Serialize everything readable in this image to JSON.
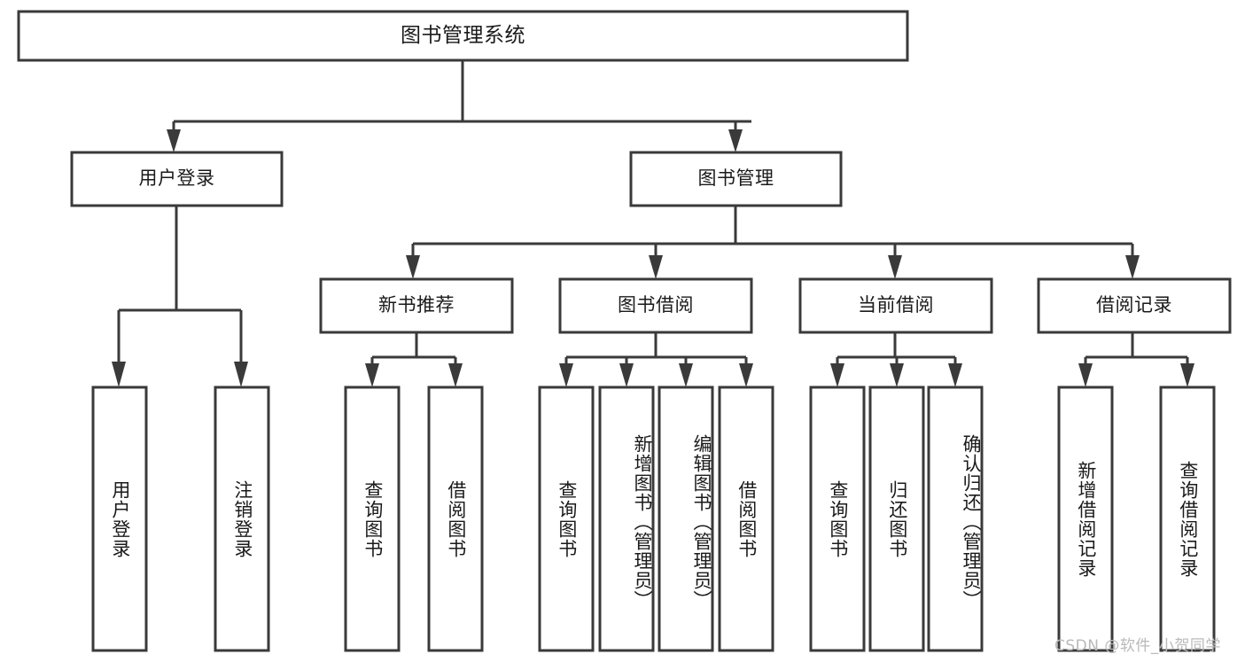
{
  "diagram": {
    "type": "tree-hierarchy",
    "orientation": "top-down",
    "root": {
      "label": "图书管理系统",
      "level": 0
    },
    "level1": [
      {
        "label": "用户登录"
      },
      {
        "label": "图书管理"
      }
    ],
    "level2": [
      {
        "label": "新书推荐",
        "parent": "图书管理"
      },
      {
        "label": "图书借阅",
        "parent": "图书管理"
      },
      {
        "label": "当前借阅",
        "parent": "图书管理"
      },
      {
        "label": "借阅记录",
        "parent": "图书管理"
      }
    ],
    "leaves": {
      "user_login": [
        {
          "label": "用户登录"
        },
        {
          "label": "注销登录"
        }
      ],
      "new_book_recommend": [
        {
          "label": "查询图书"
        },
        {
          "label": "借阅图书"
        }
      ],
      "book_borrow": [
        {
          "label": "查询图书"
        },
        {
          "label": "新增图书（管理员）"
        },
        {
          "label": "编辑图书（管理员）"
        },
        {
          "label": "借阅图书"
        }
      ],
      "current_borrow": [
        {
          "label": "查询图书"
        },
        {
          "label": "归还图书"
        },
        {
          "label": "确认归还（管理员）"
        }
      ],
      "borrow_record": [
        {
          "label": "新增借阅记录"
        },
        {
          "label": "查询借阅记录"
        }
      ]
    }
  },
  "watermark": {
    "text": "CSDN @软件_小贺同学"
  },
  "colors": {
    "stroke": "#3a3a3a",
    "fill": "#ffffff",
    "text": "#1a1a1a",
    "watermark": "#b9b9b9"
  }
}
